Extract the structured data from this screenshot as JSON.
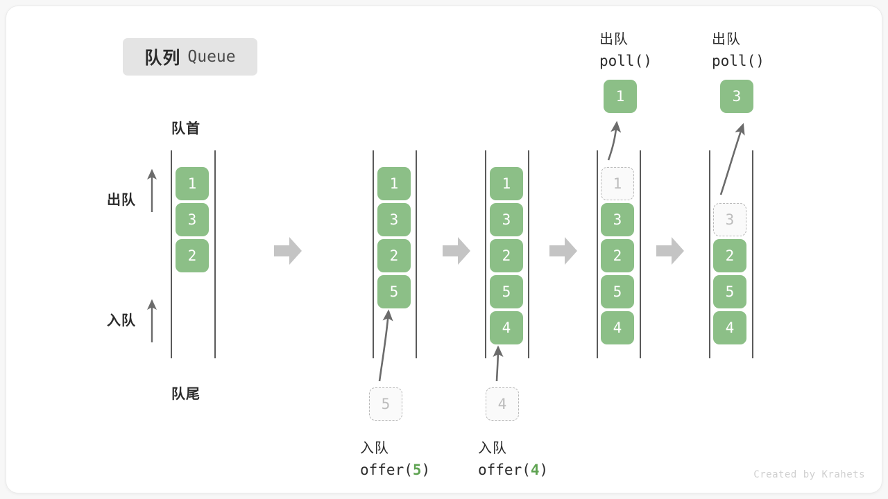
{
  "title": {
    "cn": "队列",
    "en": "Queue"
  },
  "labels": {
    "head": "队首",
    "tail": "队尾",
    "dequeue": "出队",
    "enqueue": "入队"
  },
  "credit": "Created by Krahets",
  "colors": {
    "item_fill": "#8cbf87",
    "item_text": "#ffffff",
    "ghost_border": "#b8b8b8",
    "ghost_text": "#bcbcbc",
    "rail": "#5a5a5a",
    "arrow": "#6b6b6b",
    "step_arrow": "#c4c4c4",
    "badge_bg": "#e4e4e4",
    "text": "#2b2b2b",
    "code_accent": "#5fa352"
  },
  "columns": [
    {
      "name": "initial-queue",
      "items": [
        {
          "value": "1",
          "state": "filled"
        },
        {
          "value": "3",
          "state": "filled"
        },
        {
          "value": "2",
          "state": "filled"
        }
      ]
    },
    {
      "name": "after-offer-5",
      "items": [
        {
          "value": "1",
          "state": "filled"
        },
        {
          "value": "3",
          "state": "filled"
        },
        {
          "value": "2",
          "state": "filled"
        },
        {
          "value": "5",
          "state": "filled"
        }
      ]
    },
    {
      "name": "after-offer-4",
      "items": [
        {
          "value": "1",
          "state": "filled"
        },
        {
          "value": "3",
          "state": "filled"
        },
        {
          "value": "2",
          "state": "filled"
        },
        {
          "value": "5",
          "state": "filled"
        },
        {
          "value": "4",
          "state": "filled"
        }
      ]
    },
    {
      "name": "after-poll-1",
      "items": [
        {
          "value": "1",
          "state": "ghost"
        },
        {
          "value": "3",
          "state": "filled"
        },
        {
          "value": "2",
          "state": "filled"
        },
        {
          "value": "5",
          "state": "filled"
        },
        {
          "value": "4",
          "state": "filled"
        }
      ]
    },
    {
      "name": "after-poll-3",
      "items": [
        {
          "value": "3",
          "state": "ghost"
        },
        {
          "value": "2",
          "state": "filled"
        },
        {
          "value": "5",
          "state": "filled"
        },
        {
          "value": "4",
          "state": "filled"
        }
      ]
    }
  ],
  "operations": {
    "offer_5": {
      "cn": "入队",
      "code_prefix": "offer(",
      "code_num": "5",
      "code_suffix": ")",
      "ghost_value": "5"
    },
    "offer_4": {
      "cn": "入队",
      "code_prefix": "offer(",
      "code_num": "4",
      "code_suffix": ")",
      "ghost_value": "4"
    },
    "poll_1": {
      "cn": "出队",
      "code": "poll()",
      "result": "1"
    },
    "poll_3": {
      "cn": "出队",
      "code": "poll()",
      "result": "3"
    }
  }
}
